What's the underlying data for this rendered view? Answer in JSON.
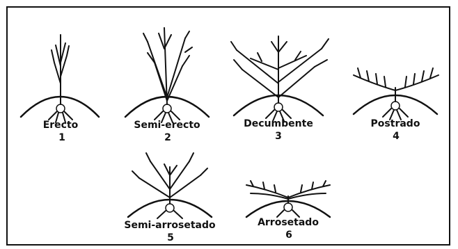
{
  "figure": {
    "items": [
      {
        "label": "Erecto",
        "number": "1"
      },
      {
        "label": "Semi-erecto",
        "number": "2"
      },
      {
        "label": "Decumbente",
        "number": "3"
      },
      {
        "label": "Postrado",
        "number": "4"
      },
      {
        "label": "Semi-arrosetado",
        "number": "5"
      },
      {
        "label": "Arrosetado",
        "number": "6"
      }
    ]
  }
}
